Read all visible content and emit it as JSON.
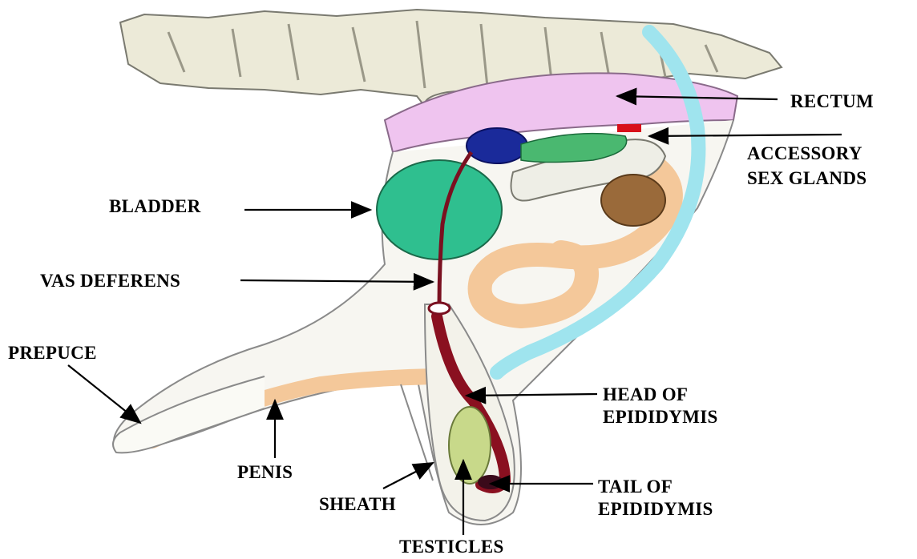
{
  "labels": {
    "rectum": "RECTUM",
    "accessory_line1": "ACCESSORY",
    "accessory_line2": "SEX GLANDS",
    "bladder": "BLADDER",
    "vas_deferens": "VAS DEFERENS",
    "prepuce": "PREPUCE",
    "head_line1": "HEAD OF",
    "head_line2": "EPIDIDYMIS",
    "penis": "PENIS",
    "sheath": "SHEATH",
    "tail_line1": "TAIL OF",
    "tail_line2": "EPIDIDYMIS",
    "testicles": "TESTICLES"
  },
  "colors": {
    "bone": "#e9e6dc",
    "rectum": "#efc4ef",
    "bladder": "#2fbf8f",
    "accessory_blue": "#1a2a9a",
    "accessory_red": "#d8101a",
    "urethra_orange": "#f4c89a",
    "vas_deferens": "#7a1020",
    "testicle": "#c8d98a",
    "ureter_cyan": "#9fe4ee",
    "body_outline": "#8a8a8a"
  }
}
